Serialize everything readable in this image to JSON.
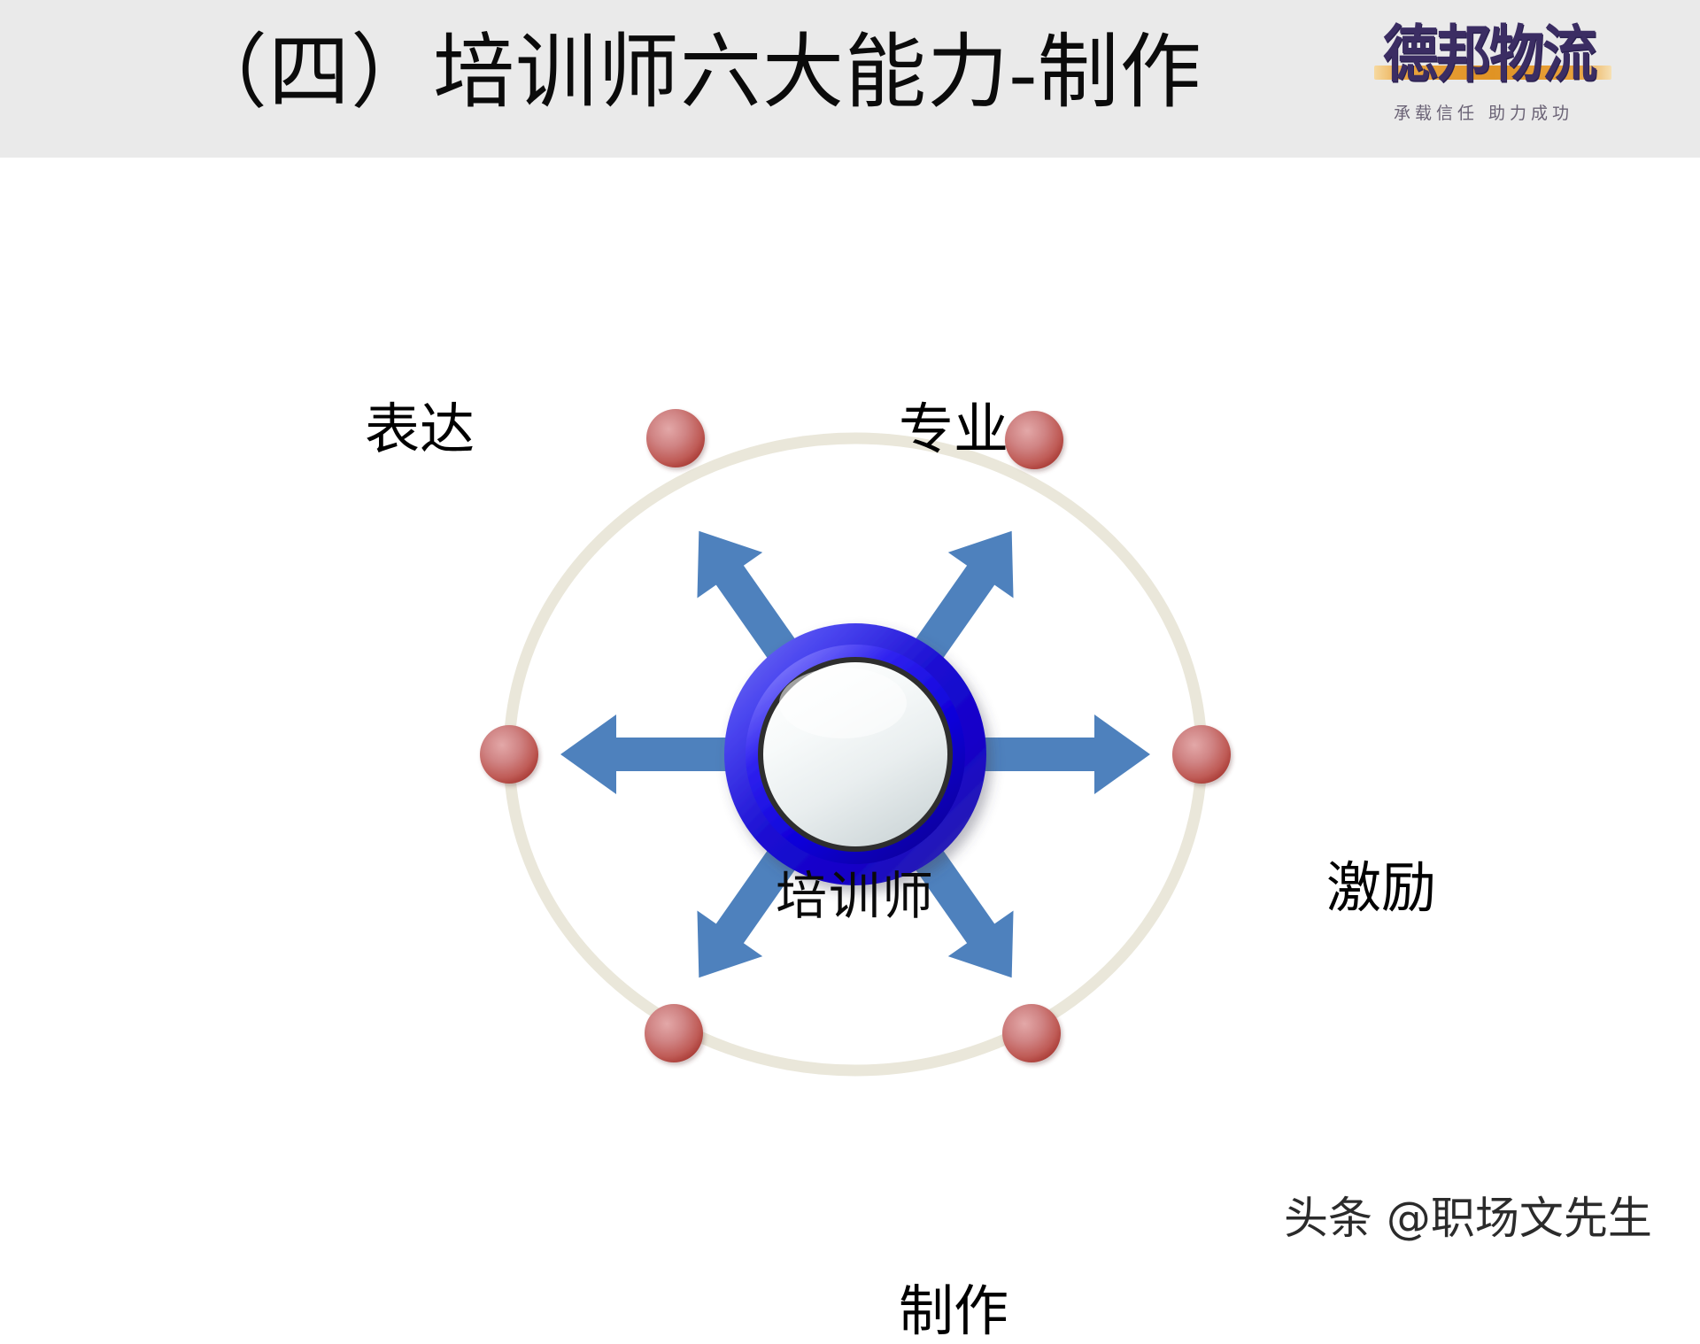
{
  "slide": {
    "title": "（四）培训师六大能力-制作",
    "background_color": "#ffffff",
    "header_band_color": "#eaeaea"
  },
  "logo": {
    "name": "debang-logistics-logo",
    "wordmark": "德邦物流",
    "tagline": "承载信任  助力成功",
    "wordmark_color": "#3b2d63",
    "bar_color": "#e09324"
  },
  "diagram": {
    "type": "radial-hub-and-spoke",
    "hub_label": "培训师",
    "hub_ring_color_light": "#6a67f2",
    "hub_ring_color_dark": "#1400c8",
    "hub_face_color": "#f2f5f6",
    "orbit_ring_color": "#eae7da",
    "node_color": "#b8453f",
    "node_highlight_color": "#d98c8c",
    "arrow_color": "#4e81bd",
    "spokes": [
      {
        "id": "upper-left",
        "label": "表达",
        "angle_deg": 225,
        "has_label": true
      },
      {
        "id": "upper-right",
        "label": "专业",
        "angle_deg": 315,
        "has_label": true
      },
      {
        "id": "right",
        "label": "激励",
        "angle_deg": 0,
        "has_label": true
      },
      {
        "id": "lower-right",
        "label": "制作",
        "angle_deg": 45,
        "has_label": true
      },
      {
        "id": "lower-left",
        "label": "",
        "angle_deg": 135,
        "has_label": false
      },
      {
        "id": "left",
        "label": "",
        "angle_deg": 180,
        "has_label": false
      }
    ]
  },
  "watermark": {
    "text": "头条 @职场文先生"
  }
}
